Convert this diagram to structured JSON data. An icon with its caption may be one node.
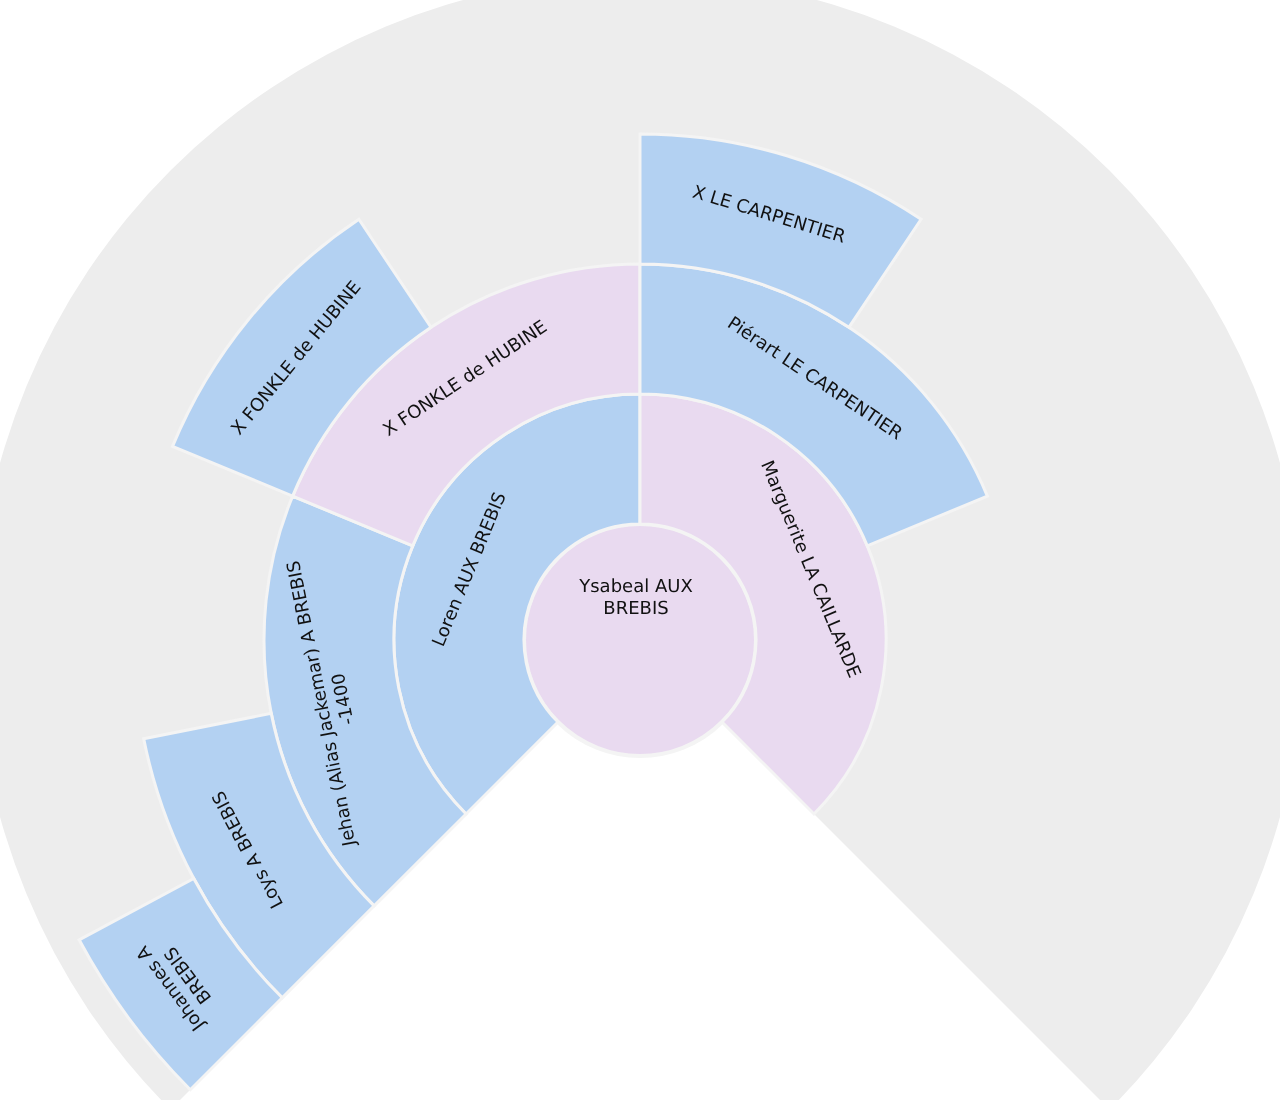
{
  "diagram": {
    "nodes": [
      {
        "text": [
          "Ysabeal AUX BREBIS"
        ]
      },
      {
        "text": [
          "Loren AUX BREBIS"
        ]
      },
      {
        "text": [
          "Marguerite LA CAILLARDE"
        ]
      },
      {
        "text": [
          "Jehan (Alias Jackemar) A BREBIS",
          "-1400"
        ]
      },
      {
        "text": [
          "X FONKLE de HUBINE"
        ]
      },
      {
        "text": [
          "Piérart LE CARPENTIER"
        ]
      },
      {
        "text": [
          "Loys A BREBIS"
        ]
      },
      {
        "text": [
          "X FONKLE de HUBINE"
        ]
      },
      {
        "text": [
          "X LE CARPENTIER"
        ]
      },
      {
        "text": [
          "Johannes A BREBIS"
        ]
      }
    ]
  }
}
